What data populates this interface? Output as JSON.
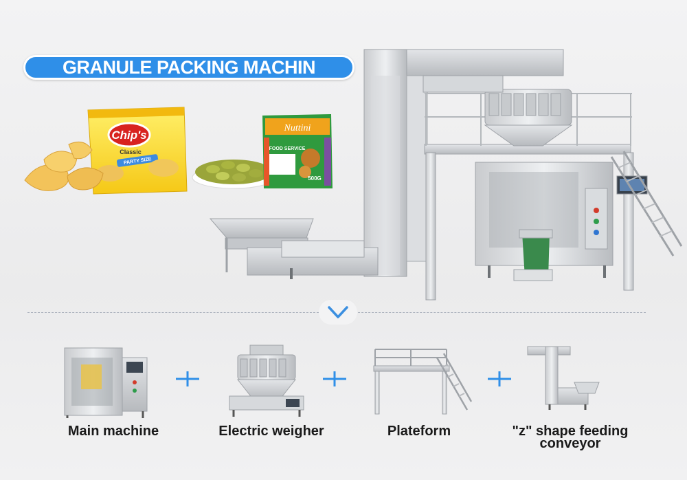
{
  "header": {
    "title": "GRANULE PACKING MACHIN"
  },
  "products": {
    "chips_brand": "Chip's",
    "chips_flavor": "Classic",
    "chips_size": "PARTY SIZE",
    "nut_brand": "Nuttini",
    "nut_line": "FOOD SERVICE",
    "nut_weight": "500G"
  },
  "components": [
    {
      "label": "Main machine"
    },
    {
      "label": "Electric weigher"
    },
    {
      "label": "Plateform"
    },
    {
      "label": "\"z\" shape feeding",
      "label2": "conveyor"
    }
  ],
  "colors": {
    "accent": "#2f8fe8",
    "separator": "#2f8fe8",
    "divider": "#a9b0bb"
  },
  "icons": {
    "separator": "plus-separator-icon",
    "expand": "chevron-down-icon"
  }
}
